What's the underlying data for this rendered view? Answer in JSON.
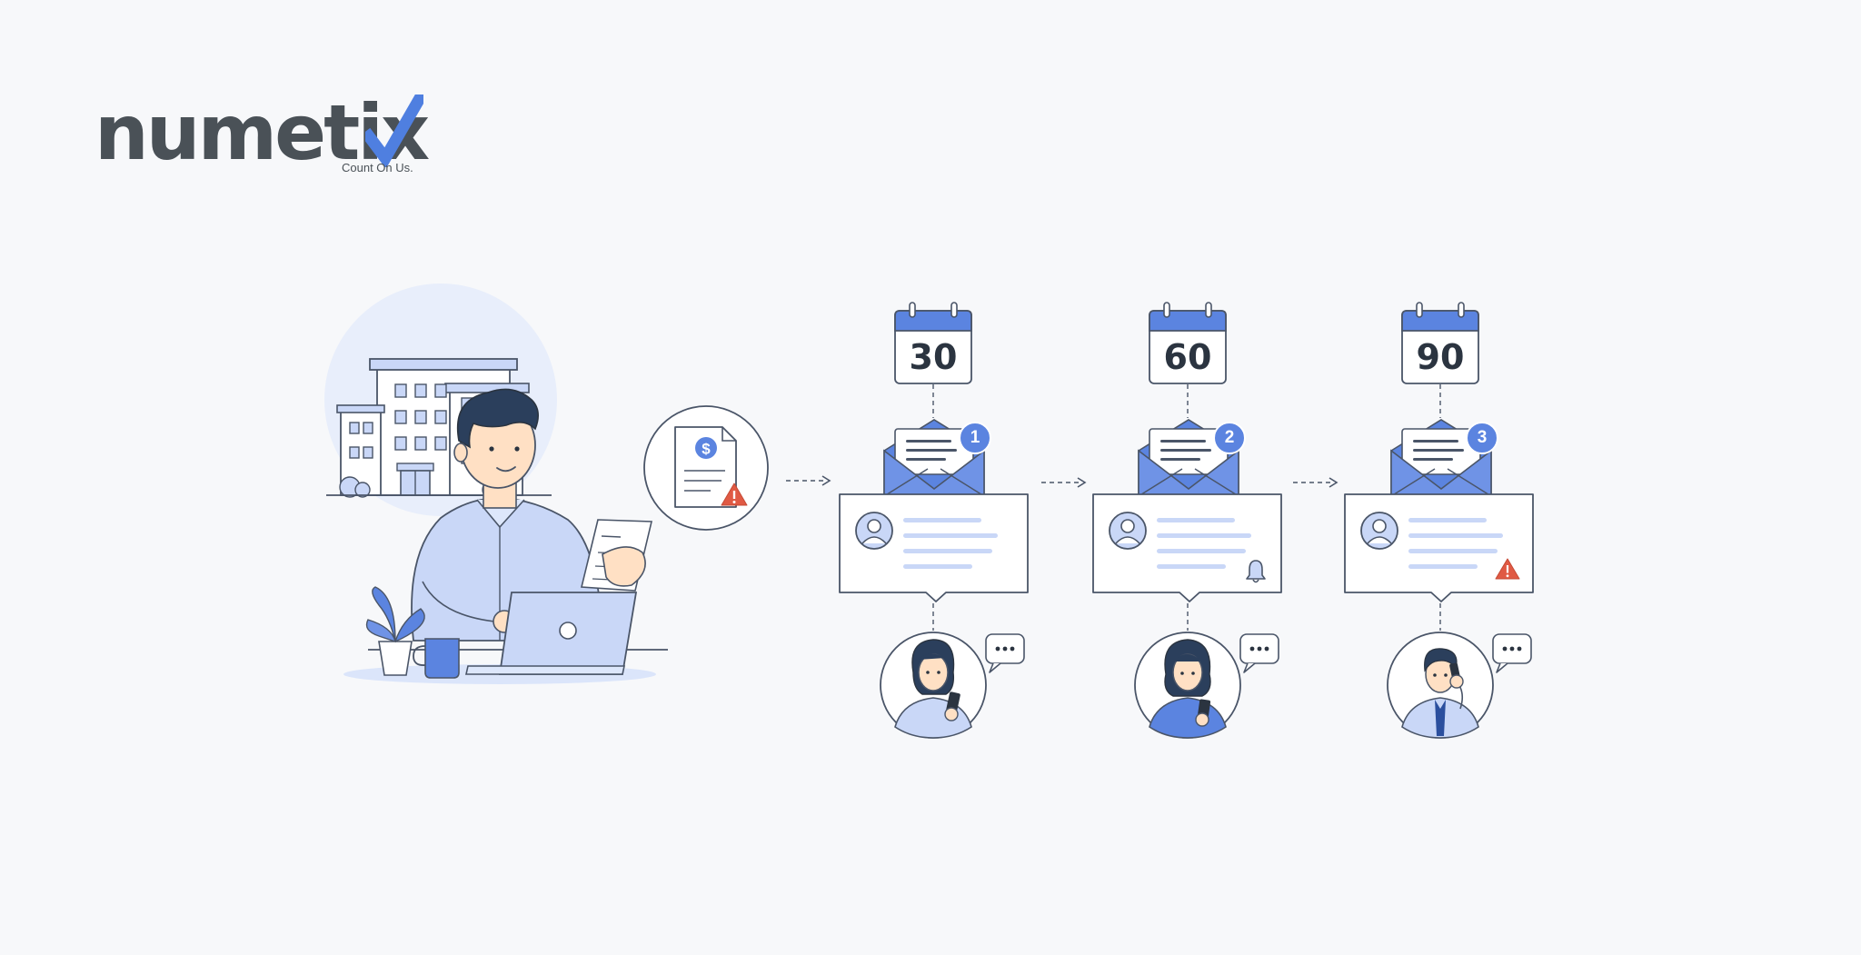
{
  "brand": {
    "name": "numetix",
    "tagline": "Count On Us.",
    "text_color": "#4a5157",
    "check_color": "#4f7fe0"
  },
  "palette": {
    "accent": "#5b84e0",
    "accent_light": "#c9d7f7",
    "background": "#f7f8fa",
    "outline": "#4a5568",
    "warning": "#e05a44"
  },
  "illustration": {
    "icons": [
      "building-icon",
      "invoice-dollar-icon",
      "warning-icon",
      "laptop-icon",
      "plant-icon",
      "mug-icon"
    ],
    "steps": [
      {
        "day": "30",
        "badge": "1",
        "notification_icon": "user-icon",
        "status_icon": "none",
        "contact_icon": "woman-with-phone-icon"
      },
      {
        "day": "60",
        "badge": "2",
        "notification_icon": "user-icon",
        "status_icon": "bell-icon",
        "contact_icon": "woman-with-phone-icon"
      },
      {
        "day": "90",
        "badge": "3",
        "notification_icon": "user-icon",
        "status_icon": "warning-icon",
        "contact_icon": "man-on-phone-call-icon"
      }
    ]
  }
}
